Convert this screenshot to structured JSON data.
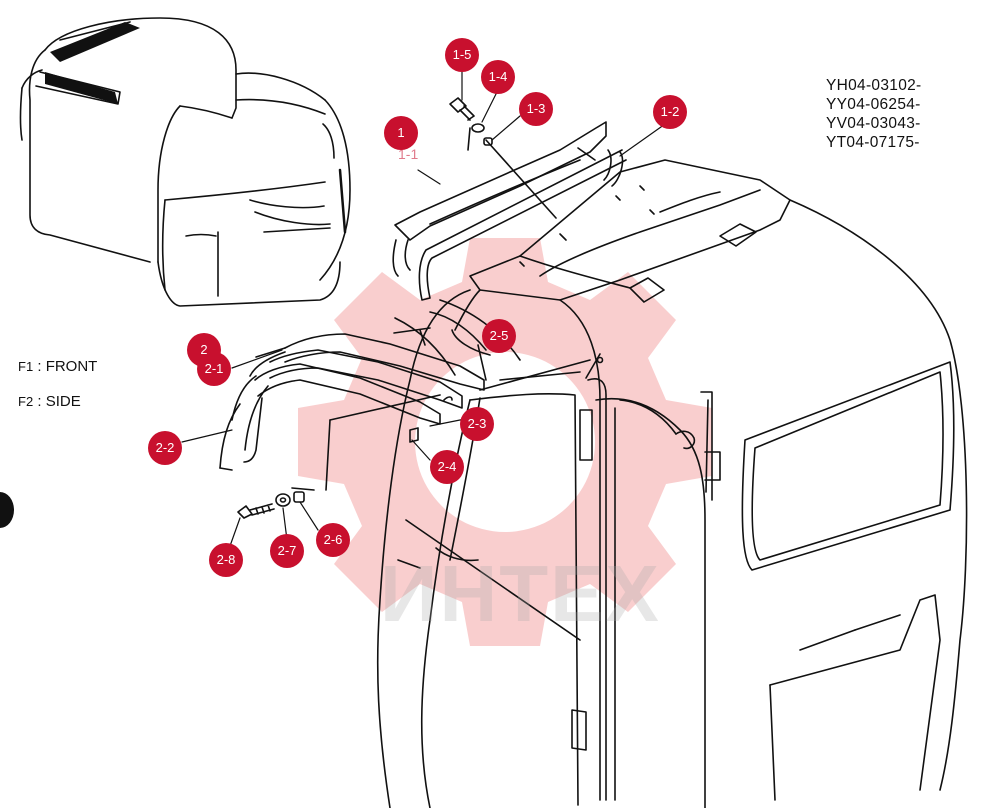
{
  "serial_numbers": [
    "YH04-03102-",
    "YY04-06254-",
    "YV04-03043-",
    "YT04-07175-"
  ],
  "legend": [
    {
      "code": "F1",
      "sep": ":",
      "text": "FRONT"
    },
    {
      "code": "F2",
      "sep": ":",
      "text": "SIDE"
    }
  ],
  "watermark": {
    "text": "ИНТЕХ",
    "color": "#f4a6a6"
  },
  "callouts": [
    "1",
    "1-1",
    "1-2",
    "1-3",
    "1-4",
    "1-5",
    "2",
    "2-1",
    "2-2",
    "2-3",
    "2-4",
    "2-5",
    "2-6",
    "2-7",
    "2-8"
  ],
  "colors": {
    "callout": "#c8102e",
    "line": "#111111",
    "watermark": "#f4a6a6"
  }
}
